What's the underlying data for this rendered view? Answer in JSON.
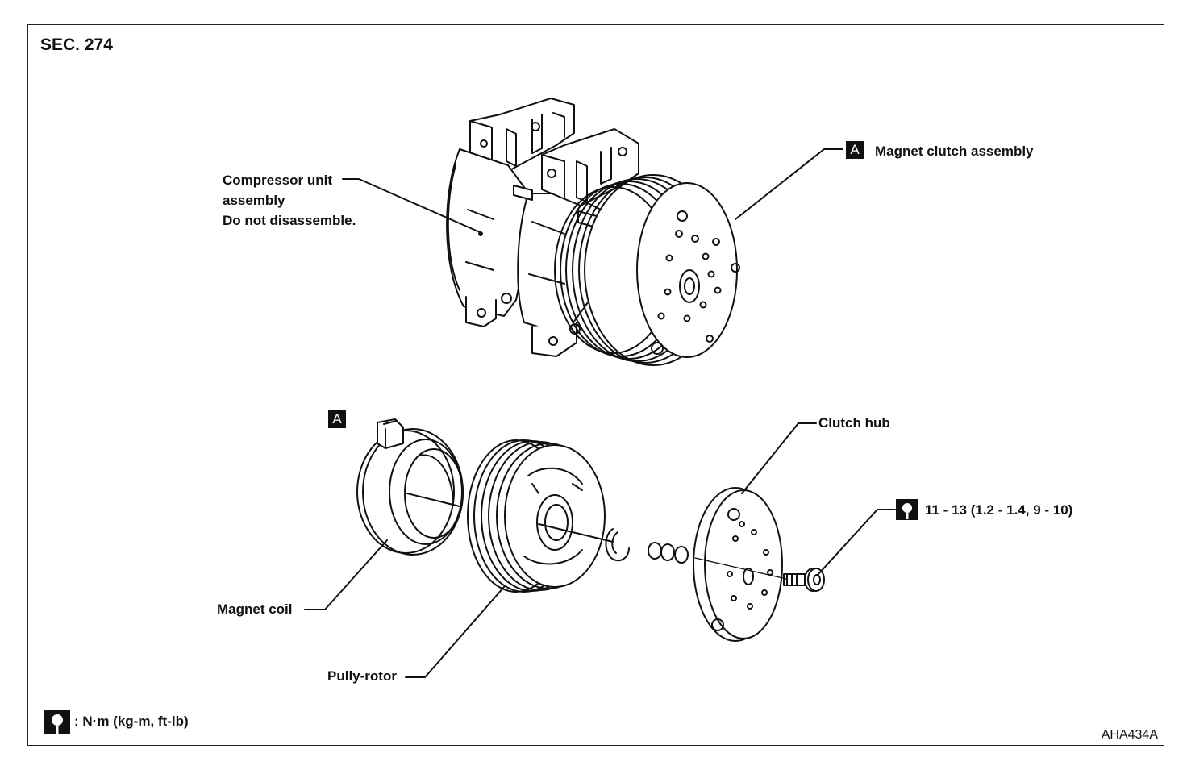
{
  "section_label": "SEC. 274",
  "figure_id": "AHA434A",
  "callout_tag": "A",
  "labels": {
    "compressor_unit": [
      "Compressor unit",
      "assembly",
      "Do not disassemble."
    ],
    "magnet_clutch": "Magnet clutch assembly",
    "clutch_hub": "Clutch hub",
    "torque_spec": "11 - 13 (1.2 - 1.4, 9 - 10)",
    "magnet_coil": "Magnet coil",
    "pully_rotor": "Pully-rotor"
  },
  "legend": {
    "icon": "torque-wrench-icon",
    "text": ": N·m (kg-m, ft-lb)"
  }
}
